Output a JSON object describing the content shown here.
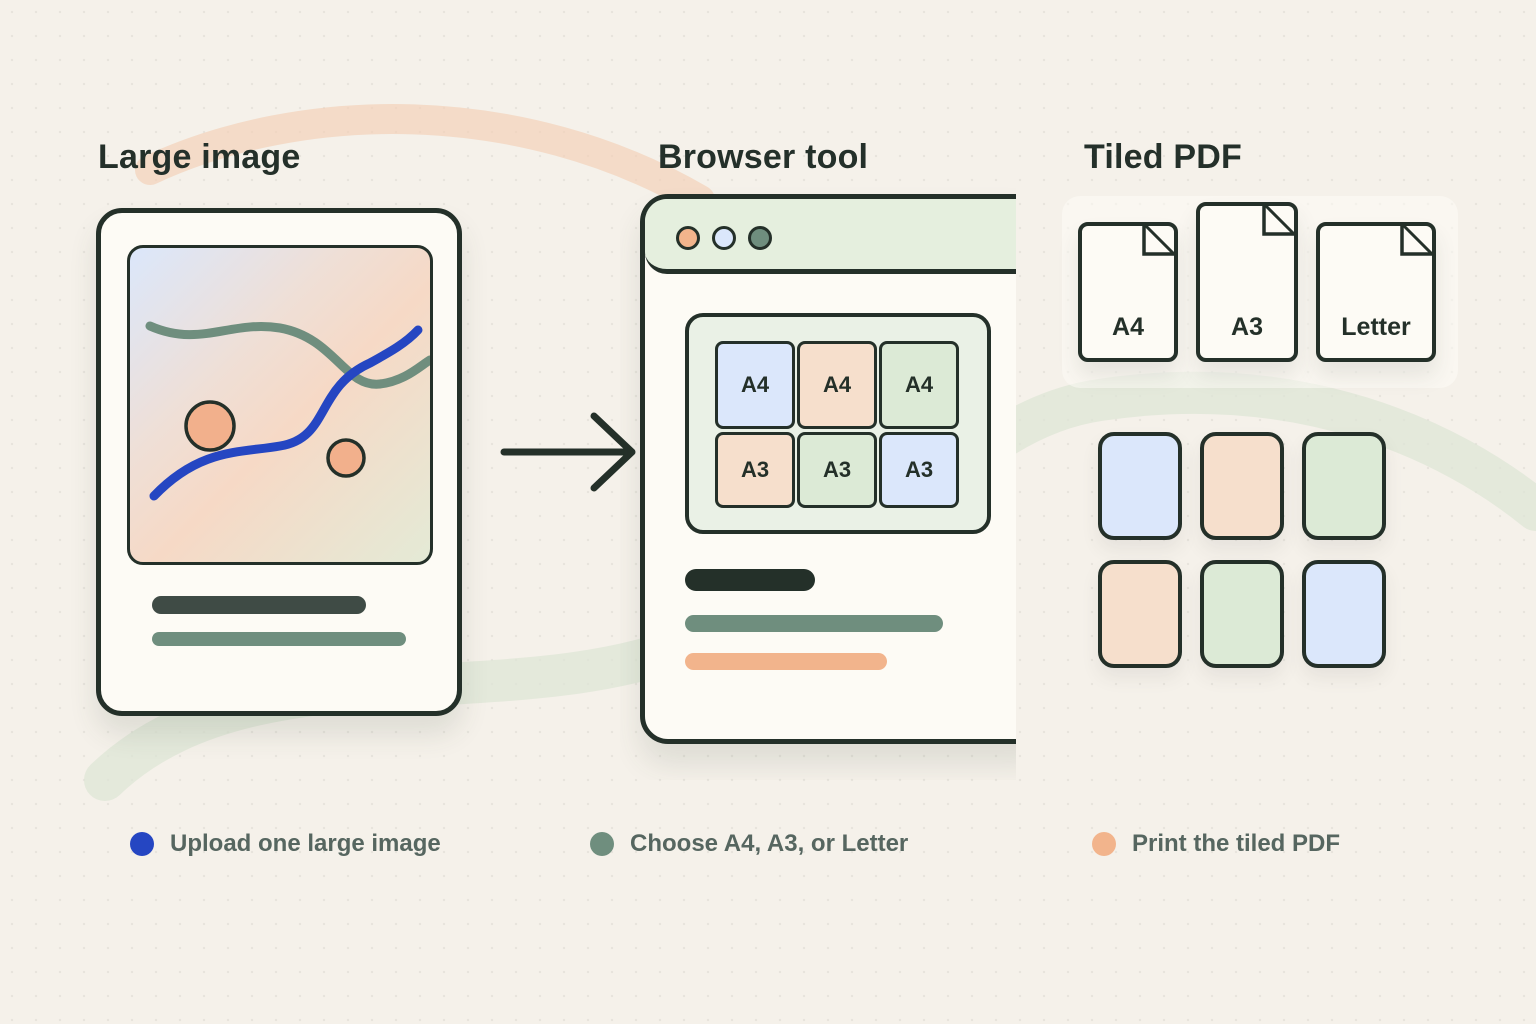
{
  "headings": {
    "large_image": "Large image",
    "browser_tool": "Browser tool",
    "tiled_pdf": "Tiled PDF"
  },
  "browser": {
    "window_dots": [
      "#f2b48c",
      "#dbe7fb",
      "#6f8e7e"
    ],
    "tiles_row1": [
      {
        "label": "A4",
        "color": "#dbe7fb"
      },
      {
        "label": "A4",
        "color": "#f6dfcc"
      },
      {
        "label": "A4",
        "color": "#dcead6"
      }
    ],
    "tiles_row2": [
      {
        "label": "A3",
        "color": "#f6dfcc"
      },
      {
        "label": "A3",
        "color": "#dcead6"
      },
      {
        "label": "A3",
        "color": "#dbe7fb"
      }
    ]
  },
  "paper_sizes": [
    {
      "label": "A4"
    },
    {
      "label": "A3"
    },
    {
      "label": "Letter"
    }
  ],
  "pdf_tiles": [
    "#dbe7fb",
    "#f6dfcc",
    "#dcead6",
    "#f6dfcc",
    "#dcead6",
    "#dbe7fb"
  ],
  "steps": [
    {
      "text": "Upload one large image",
      "color": "#2546c2"
    },
    {
      "text": "Choose A4, A3, or Letter",
      "color": "#6f8e7e"
    },
    {
      "text": "Print the tiled PDF",
      "color": "#f2b48c"
    }
  ],
  "icons": {
    "arrow": "arrow-right-icon",
    "page_fold": "page-corner-fold-icon"
  }
}
